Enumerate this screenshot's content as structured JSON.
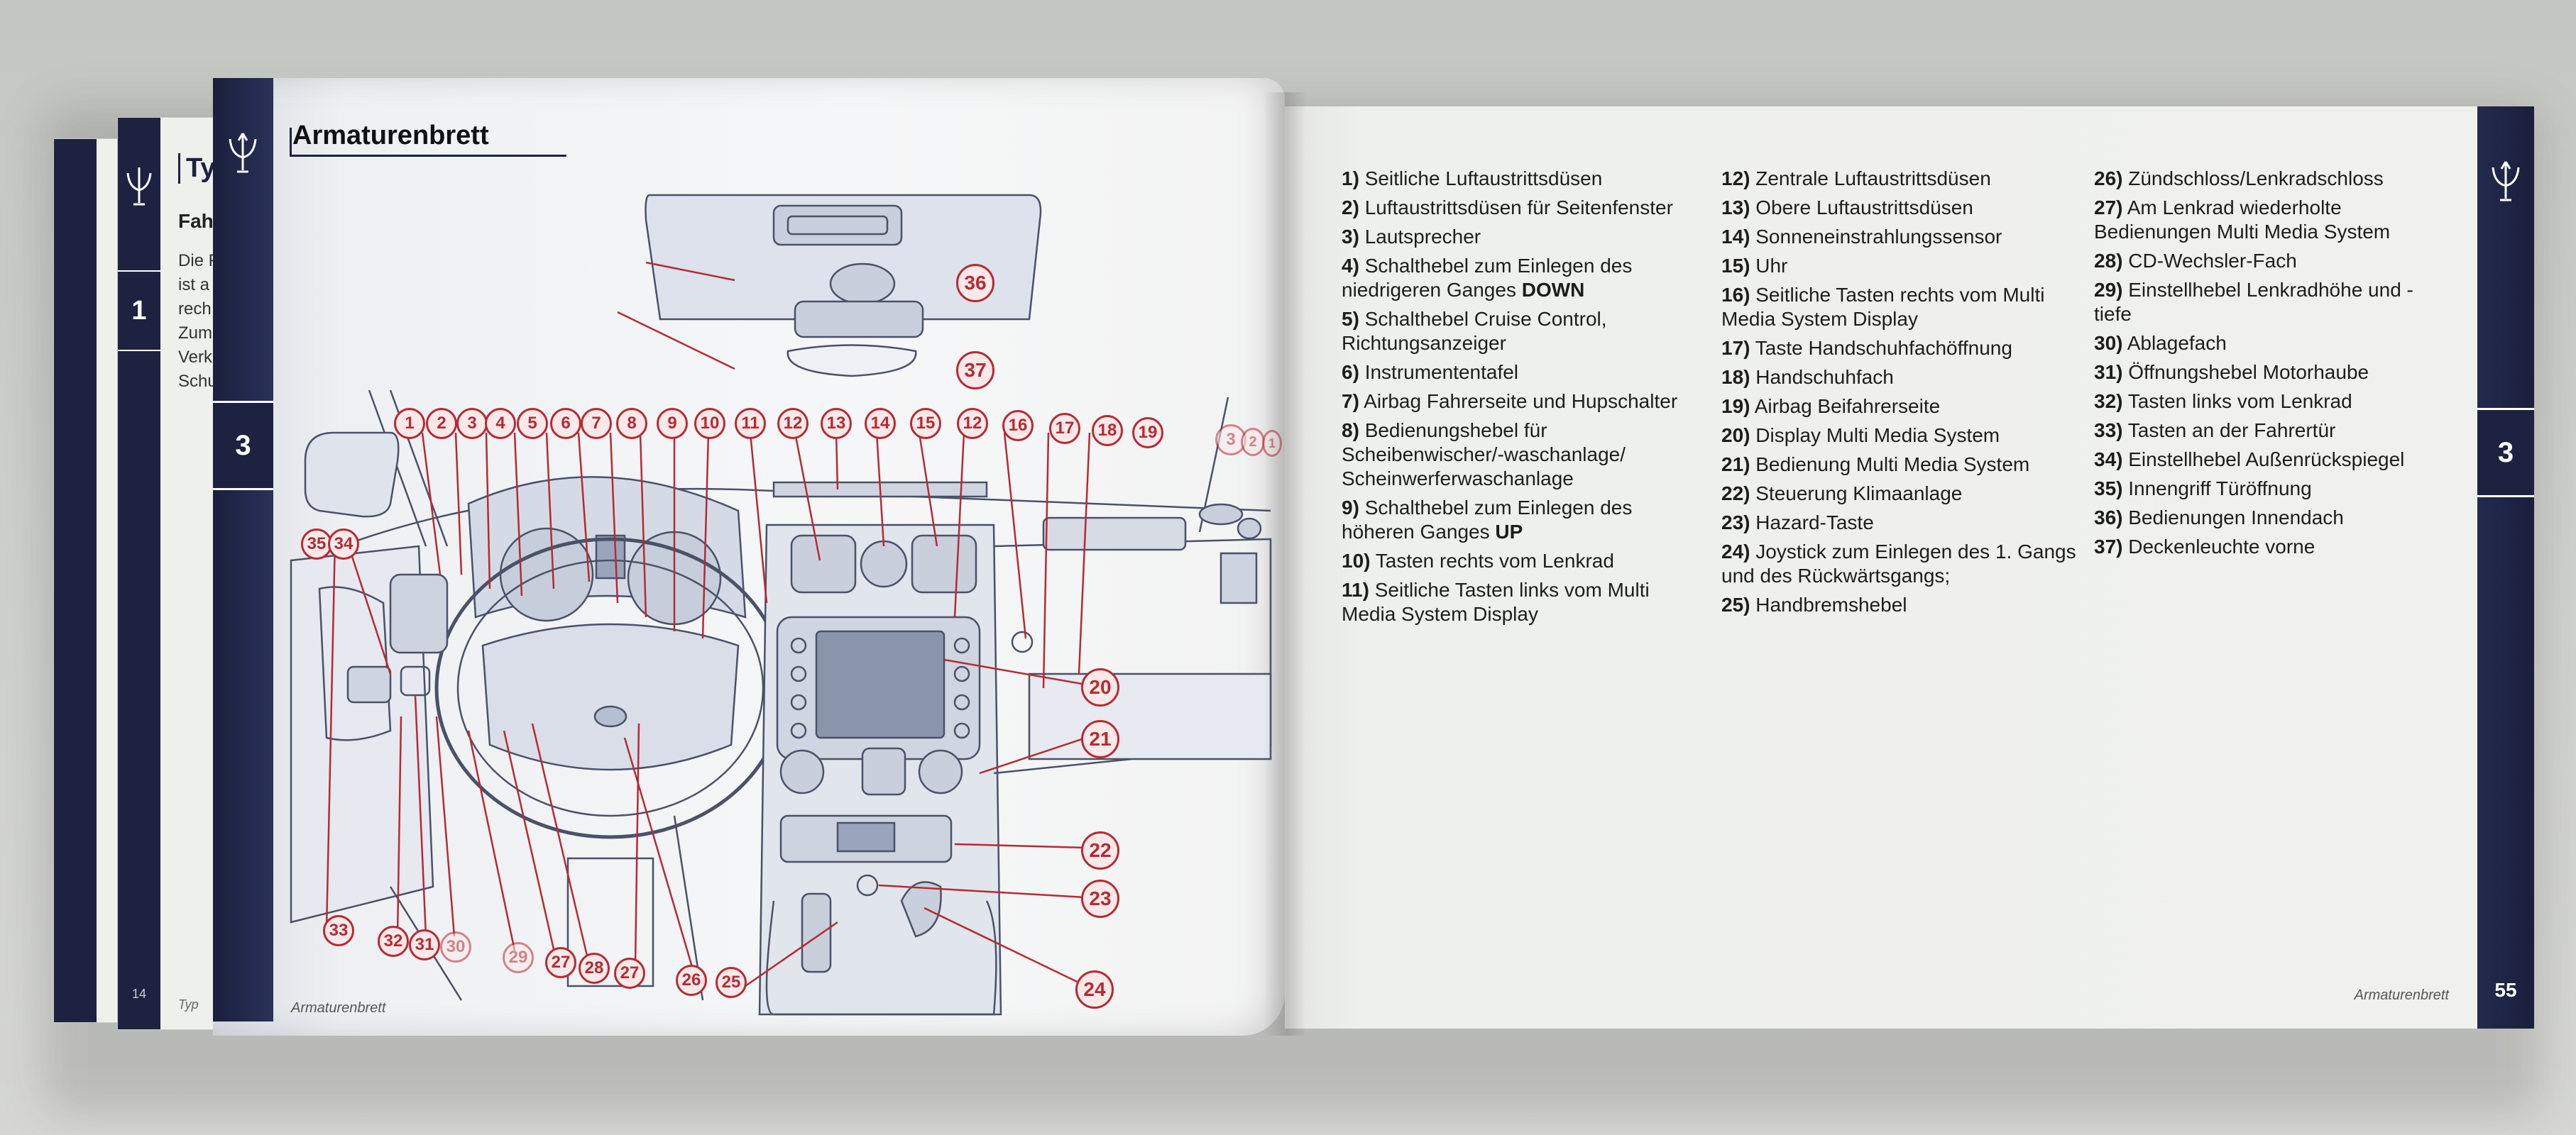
{
  "colors": {
    "navy": "#1c2240",
    "callout_red": "#b52b33",
    "page": "#f0f1ef"
  },
  "back_pages": {
    "tab_number": "1",
    "title": "Typ",
    "subtitle": "Fahr",
    "text_lines": [
      "Die F",
      "ist a",
      "rech",
      "Zum",
      "Verk",
      "Schu"
    ],
    "footer": "Typ",
    "page_number": "14"
  },
  "left_page": {
    "title": "Armaturenbrett",
    "tab_number": "3",
    "footer": "Armaturenbrett",
    "callouts": {
      "top": [
        "1",
        "2",
        "3",
        "4",
        "5",
        "6",
        "7",
        "8",
        "9",
        "10",
        "11",
        "12",
        "13",
        "14",
        "15",
        "12",
        "16",
        "17",
        "18",
        "19"
      ],
      "top_right": [
        "3",
        "2",
        "1"
      ],
      "left": [
        "35",
        "34"
      ],
      "bottom": [
        "33",
        "32",
        "31",
        "30",
        "29",
        "27",
        "28",
        "27",
        "26",
        "25"
      ],
      "right": [
        "20",
        "21",
        "22",
        "23",
        "24"
      ],
      "roof": [
        "36",
        "37"
      ]
    }
  },
  "right_page": {
    "tab_number": "3",
    "page_number": "55",
    "footer": "Armaturenbrett",
    "legend": [
      {
        "num": "1)",
        "text": "Seitliche Luftaustrittsdüsen"
      },
      {
        "num": "2)",
        "text": "Luftaustrittsdüsen für Seitenfenster"
      },
      {
        "num": "3)",
        "text": "Lautsprecher"
      },
      {
        "num": "4)",
        "text": "Schalthebel zum Einlegen des",
        "text2": "niedrigeren Ganges",
        "em": "DOWN"
      },
      {
        "num": "5)",
        "text": "Schalthebel Cruise Control,",
        "text2": "Richtungsanzeiger"
      },
      {
        "num": "6)",
        "text": "Instrumententafel"
      },
      {
        "num": "7)",
        "text": "Airbag Fahrerseite und Hupschalter"
      },
      {
        "num": "8)",
        "text": "Bedienungshebel für",
        "text2": "Scheibenwischer/-waschanlage/",
        "text3": "Scheinwerferwaschanlage"
      },
      {
        "num": "9)",
        "text": "Schalthebel zum Einlegen des",
        "text2": "höheren Ganges",
        "em": "UP"
      },
      {
        "num": "10)",
        "text": "Tasten rechts vom Lenkrad"
      },
      {
        "num": "11)",
        "text": "Seitliche Tasten links vom Multi",
        "text2": "Media System Display"
      },
      {
        "num": "12)",
        "text": "Zentrale Luftaustrittsdüsen"
      },
      {
        "num": "13)",
        "text": "Obere Luftaustrittsdüsen"
      },
      {
        "num": "14)",
        "text": " Sonneneinstrahlungssensor"
      },
      {
        "num": "15)",
        "text": "Uhr"
      },
      {
        "num": "16)",
        "text": "Seitliche Tasten rechts vom Multi",
        "text2": "Media System Display"
      },
      {
        "num": "17)",
        "text": "Taste Handschuhfachöffnung"
      },
      {
        "num": "18)",
        "text": "Handschuhfach"
      },
      {
        "num": "19)",
        "text": "Airbag Beifahrerseite"
      },
      {
        "num": "20)",
        "text": "Display Multi Media System"
      },
      {
        "num": "21)",
        "text": "Bedienung Multi Media System"
      },
      {
        "num": "22)",
        "text": "Steuerung Klimaanlage"
      },
      {
        "num": "23)",
        "text": "Hazard-Taste"
      },
      {
        "num": "24)",
        "text": "Joystick zum Einlegen des 1. Gangs",
        "text2": "und des Rückwärtsgangs;"
      },
      {
        "num": "25)",
        "text": "Handbremshebel"
      },
      {
        "num": "26)",
        "text": "Zündschloss/Lenkradschloss"
      },
      {
        "num": "27)",
        "text": "Am Lenkrad wiederholte",
        "text2": "Bedienungen Multi Media System"
      },
      {
        "num": "28)",
        "text": "CD-Wechsler-Fach"
      },
      {
        "num": "29)",
        "text": "Einstellhebel Lenkradhöhe und -",
        "text2": "tiefe"
      },
      {
        "num": "30)",
        "text": "Ablagefach"
      },
      {
        "num": "31)",
        "text": "Öffnungshebel Motorhaube"
      },
      {
        "num": "32)",
        "text": "Tasten links vom Lenkrad"
      },
      {
        "num": "33)",
        "text": "Tasten an der Fahrertür"
      },
      {
        "num": "34)",
        "text": "Einstellhebel Außenrückspiegel"
      },
      {
        "num": "35)",
        "text": "Innengriff Türöffnung"
      },
      {
        "num": "36)",
        "text": "Bedienungen Innendach"
      },
      {
        "num": "37)",
        "text": "Deckenleuchte vorne"
      }
    ]
  }
}
